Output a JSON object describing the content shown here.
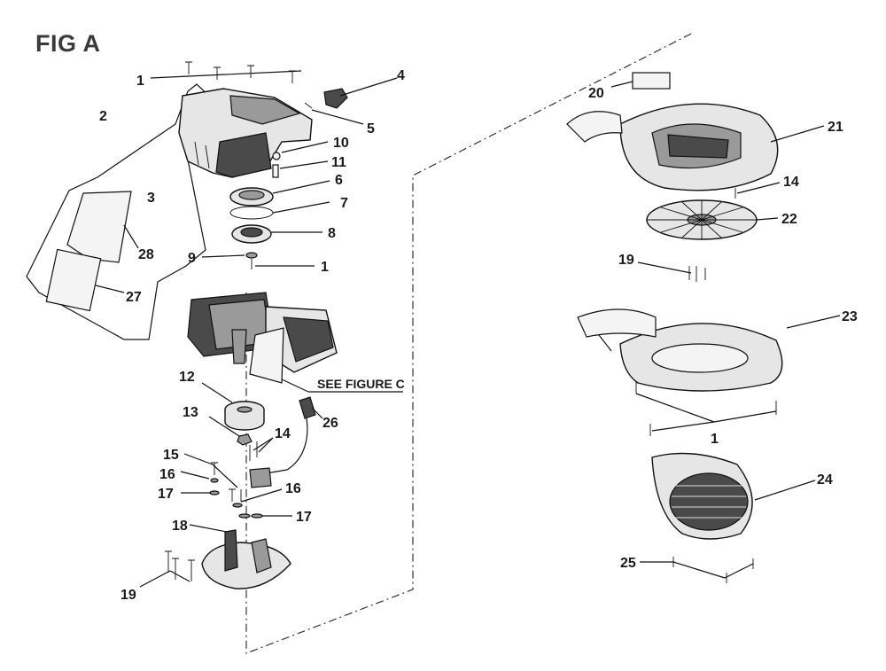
{
  "figure": {
    "title": "FIG A",
    "reference_label": "SEE FIGURE C"
  },
  "callouts": [
    "1",
    "2",
    "3",
    "4",
    "5",
    "6",
    "7",
    "8",
    "9",
    "1",
    "10",
    "11",
    "12",
    "13",
    "14",
    "15",
    "16",
    "17",
    "16",
    "17",
    "18",
    "19",
    "26",
    "20",
    "21",
    "14",
    "22",
    "19",
    "23",
    "1",
    "24",
    "25",
    "27",
    "28"
  ],
  "colors": {
    "ink": "#111111",
    "title": "#3a3a3a",
    "part_fill": "#e6e6e6",
    "dark_fill": "#4a4a4a"
  }
}
